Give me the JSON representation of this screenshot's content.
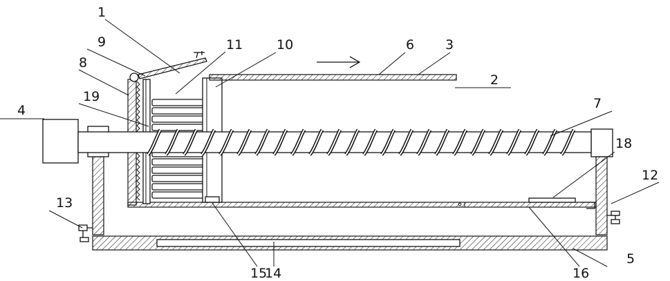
{
  "labels": {
    "l1": "1",
    "l2": "2",
    "l3": "3",
    "l4": "4",
    "l5": "5",
    "l6": "6",
    "l7": "7",
    "l8": "8",
    "l9": "9",
    "l10": "10",
    "l11": "11",
    "l12": "12",
    "l13": "13",
    "l14": "14",
    "l15": "15",
    "l16": "16",
    "l18": "18",
    "l19": "19"
  }
}
